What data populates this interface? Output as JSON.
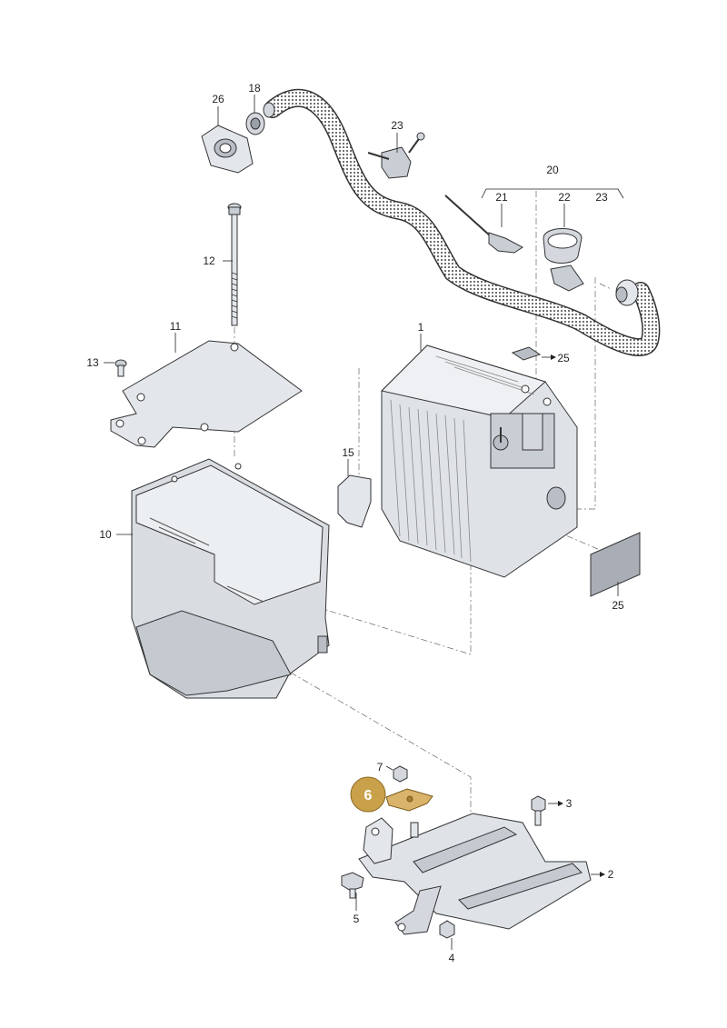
{
  "labels": {
    "l1": "1",
    "l2": "2",
    "l3": "3",
    "l4": "4",
    "l5": "5",
    "l6": "6",
    "l7": "7",
    "l10": "10",
    "l11": "11",
    "l12": "12",
    "l13": "13",
    "l15": "15",
    "l18": "18",
    "l20": "20",
    "l21": "21",
    "l22": "22",
    "l23a": "23",
    "l23b": "23",
    "l25a": "25",
    "l25b": "25",
    "l26": "26"
  },
  "colors": {
    "part_fill": "#e3e6ea",
    "part_dark": "#b9bec6",
    "highlight": "#c9a14a",
    "highlight_part": "#d9b36a"
  }
}
